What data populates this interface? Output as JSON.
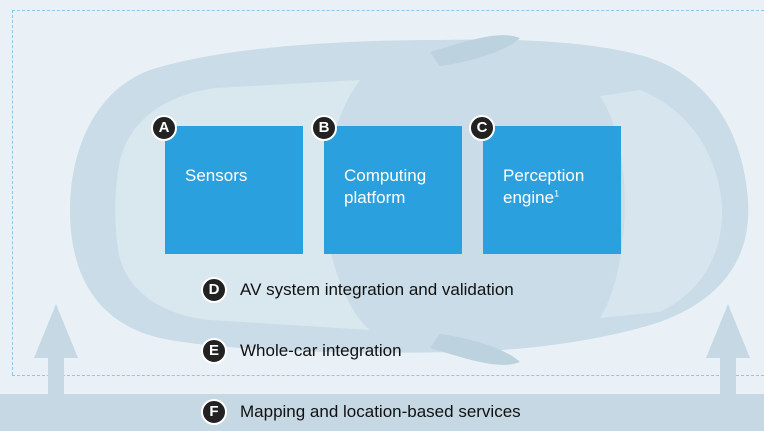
{
  "modules": [
    {
      "letter": "A",
      "label": "Sensors",
      "sup": ""
    },
    {
      "letter": "B",
      "label": "Computing",
      "label2": "platform",
      "sup": ""
    },
    {
      "letter": "C",
      "label": "Perception",
      "label2": "engine",
      "sup": "1"
    }
  ],
  "rows": [
    {
      "letter": "D",
      "label": "AV system integration and validation"
    },
    {
      "letter": "E",
      "label": "Whole-car integration"
    },
    {
      "letter": "F",
      "label": "Mapping and location-based services"
    }
  ],
  "colors": {
    "module_fill": "#2aa1de",
    "badge": "#222222",
    "car_silhouette": "#c9dce7",
    "background": "#e9f1f6",
    "band": "#c5d8e4",
    "dashed_frame": "#8ec8e4"
  }
}
